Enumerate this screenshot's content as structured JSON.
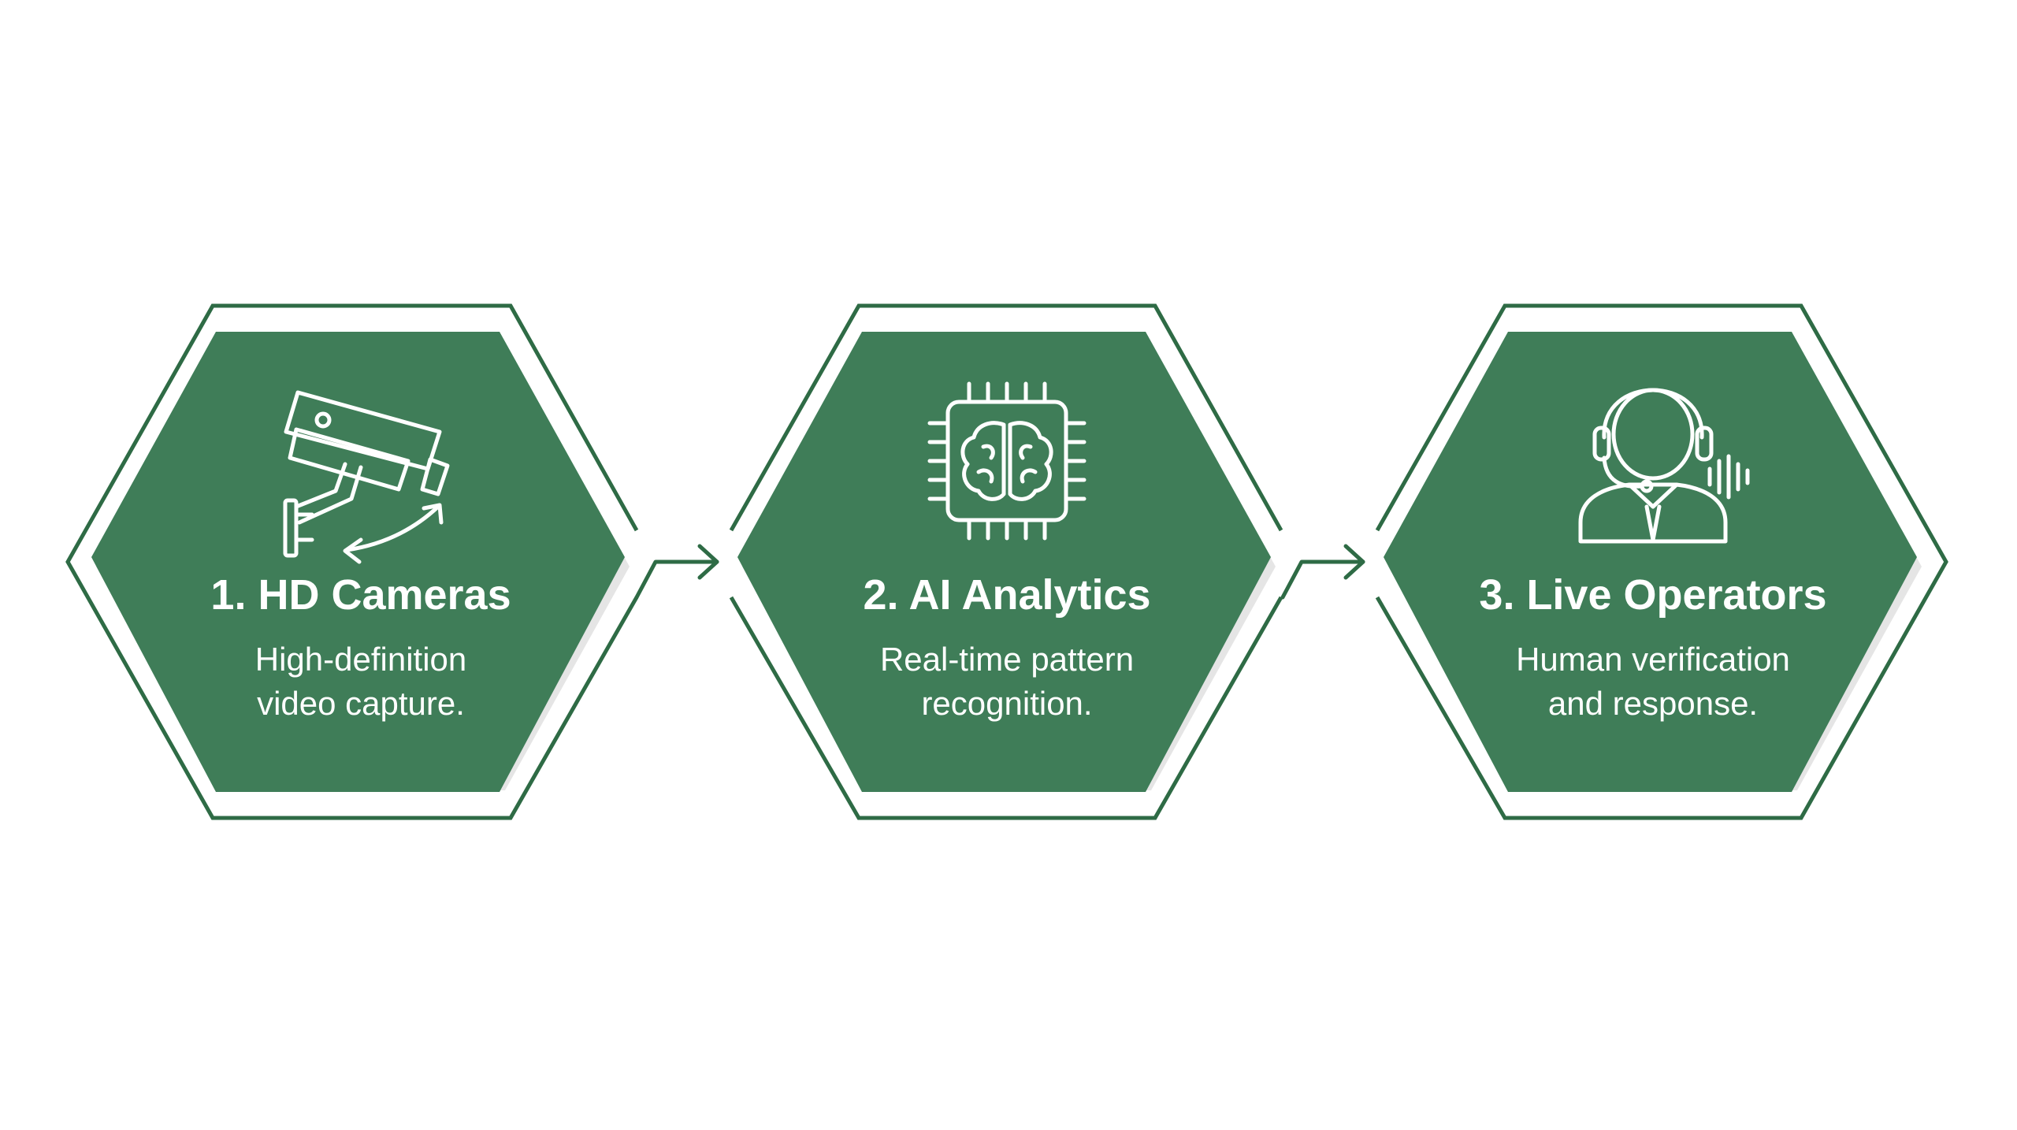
{
  "colors": {
    "background": "#ffffff",
    "hexagon_fill": "#3f7d58",
    "hexagon_outline": "#2e6b45",
    "icon_and_text": "#ffffff"
  },
  "steps": [
    {
      "title": "1. HD Cameras",
      "description_line1": "High-definition",
      "description_line2": "video capture.",
      "icon": "security-camera-icon"
    },
    {
      "title": "2. AI Analytics",
      "description_line1": "Real-time pattern",
      "description_line2": "recognition.",
      "icon": "ai-brain-chip-icon"
    },
    {
      "title": "3. Live Operators",
      "description_line1": "Human verification",
      "description_line2": "and response.",
      "icon": "operator-headset-icon"
    }
  ],
  "connectors": [
    {
      "from": "1. HD Cameras",
      "to": "2. AI Analytics",
      "icon": "arrow-right-icon"
    },
    {
      "from": "2. AI Analytics",
      "to": "3. Live Operators",
      "icon": "arrow-right-icon"
    }
  ]
}
